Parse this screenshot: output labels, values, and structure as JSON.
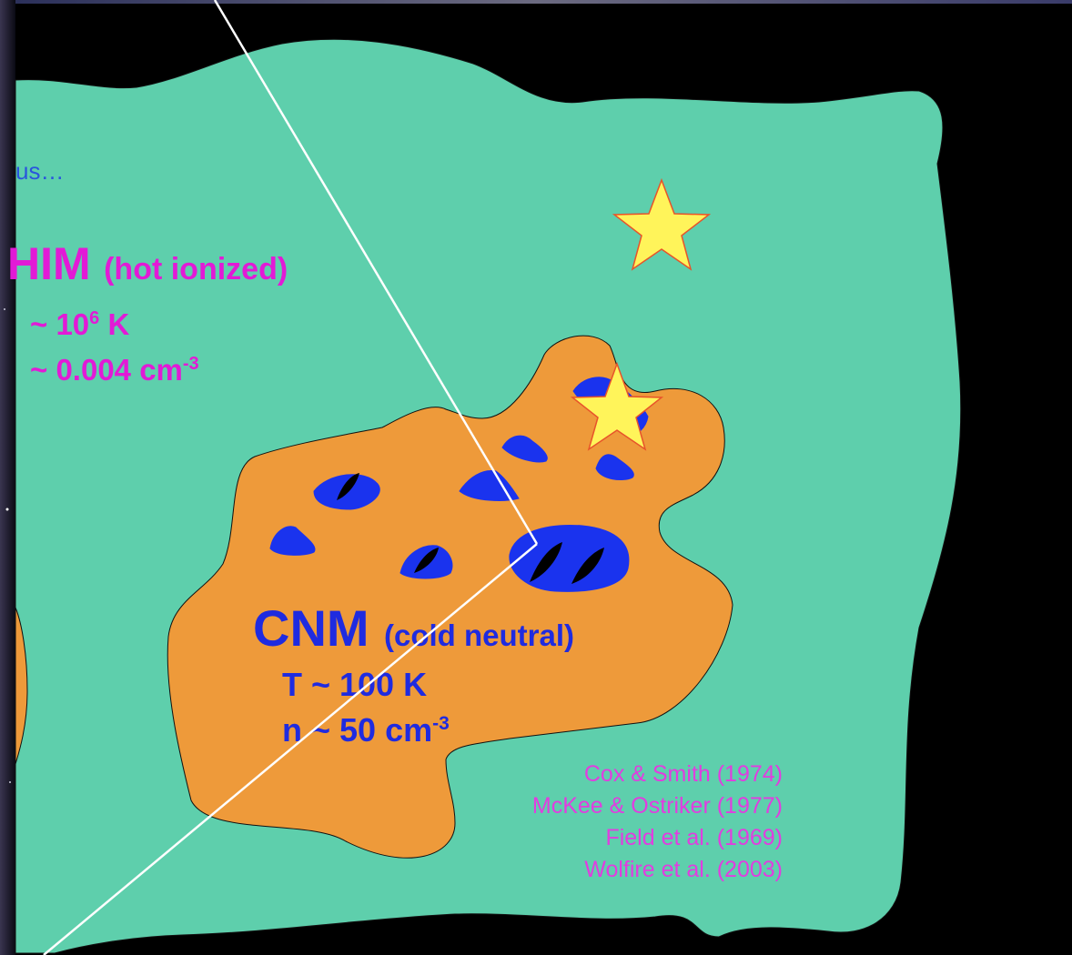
{
  "intro_fragment": "us…",
  "him": {
    "name": "HIM",
    "descriptor": "(hot ionized)",
    "temp_prefix": "~ 10",
    "temp_exp": "6",
    "temp_unit": " K",
    "dens_prefix": "~ 0.004 cm",
    "dens_exp": "-3"
  },
  "cnm": {
    "name": "CNM",
    "descriptor": "(cold neutral)",
    "temp": "T ~ 100 K",
    "dens_prefix": "n ~ 50 cm",
    "dens_exp": "-3"
  },
  "references": [
    "Cox & Smith (1974)",
    "McKee & Ostriker (1977)",
    "Field et al. (1969)",
    "Wolfire et al. (2003)"
  ],
  "colors": {
    "background": "#000000",
    "hot_medium": "#5ecfac",
    "warm_region": "#ee9a3a",
    "cold_clump": "#1a33ee",
    "him_text": "#e21ad6",
    "cnm_text": "#1f2be0",
    "intro_text": "#2a55dd",
    "star_fill": "#fff45a",
    "star_stroke": "#e8532a",
    "cone_line": "#ffffff"
  }
}
